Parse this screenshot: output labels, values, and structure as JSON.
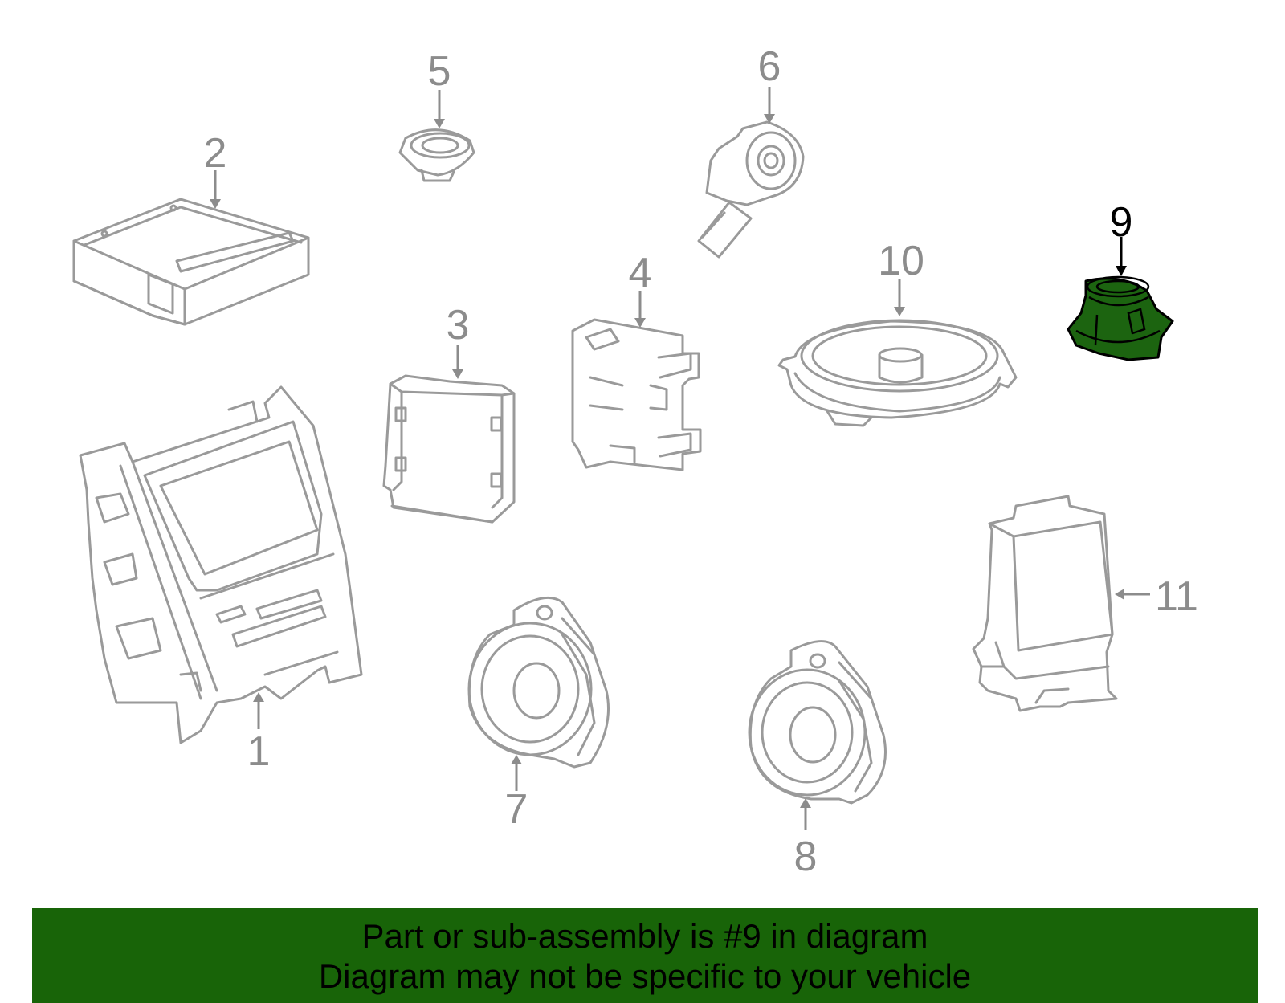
{
  "diagram": {
    "highlight_color": "#1c6410",
    "part_color": "#9a9a9a",
    "callouts": [
      {
        "id": "1",
        "label": "1"
      },
      {
        "id": "2",
        "label": "2"
      },
      {
        "id": "3",
        "label": "3"
      },
      {
        "id": "4",
        "label": "4"
      },
      {
        "id": "5",
        "label": "5"
      },
      {
        "id": "6",
        "label": "6"
      },
      {
        "id": "7",
        "label": "7"
      },
      {
        "id": "8",
        "label": "8"
      },
      {
        "id": "9",
        "label": "9"
      },
      {
        "id": "10",
        "label": "10"
      },
      {
        "id": "11",
        "label": "11"
      }
    ]
  },
  "banner": {
    "background": "#186408",
    "line1": "Part or sub-assembly is #9 in diagram",
    "line2": "Diagram may not be specific to your vehicle"
  }
}
